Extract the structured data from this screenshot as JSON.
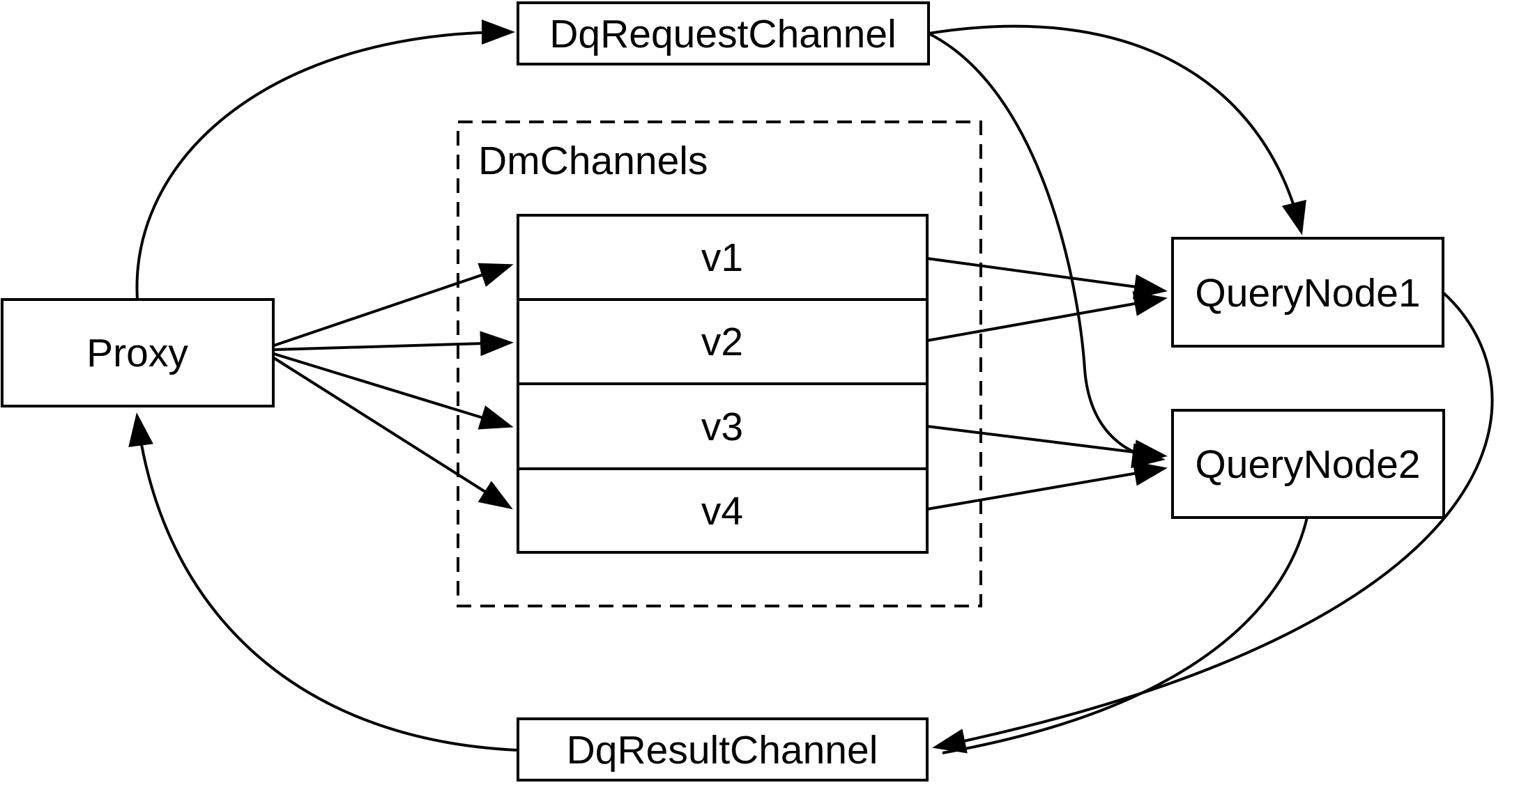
{
  "diagram": {
    "nodes": {
      "proxy": {
        "label": "Proxy"
      },
      "dq_request_channel": {
        "label": "DqRequestChannel"
      },
      "dm_channels": {
        "label": "DmChannels"
      },
      "v1": {
        "label": "v1"
      },
      "v2": {
        "label": "v2"
      },
      "v3": {
        "label": "v3"
      },
      "v4": {
        "label": "v4"
      },
      "query_node_1": {
        "label": "QueryNode1"
      },
      "query_node_2": {
        "label": "QueryNode2"
      },
      "dq_result_channel": {
        "label": "DqResultChannel"
      }
    },
    "edges": [
      {
        "from": "Proxy",
        "to": "DqRequestChannel"
      },
      {
        "from": "DqRequestChannel",
        "to": "QueryNode1"
      },
      {
        "from": "DqRequestChannel",
        "to": "QueryNode2"
      },
      {
        "from": "Proxy",
        "to": "v1"
      },
      {
        "from": "Proxy",
        "to": "v2"
      },
      {
        "from": "Proxy",
        "to": "v3"
      },
      {
        "from": "Proxy",
        "to": "v4"
      },
      {
        "from": "v1",
        "to": "QueryNode1"
      },
      {
        "from": "v2",
        "to": "QueryNode1"
      },
      {
        "from": "v3",
        "to": "QueryNode2"
      },
      {
        "from": "v4",
        "to": "QueryNode2"
      },
      {
        "from": "QueryNode1",
        "to": "DqResultChannel"
      },
      {
        "from": "QueryNode2",
        "to": "DqResultChannel"
      },
      {
        "from": "DqResultChannel",
        "to": "Proxy"
      }
    ],
    "colors": {
      "stroke": "#000000",
      "text": "#000000",
      "background": "#ffffff"
    }
  }
}
